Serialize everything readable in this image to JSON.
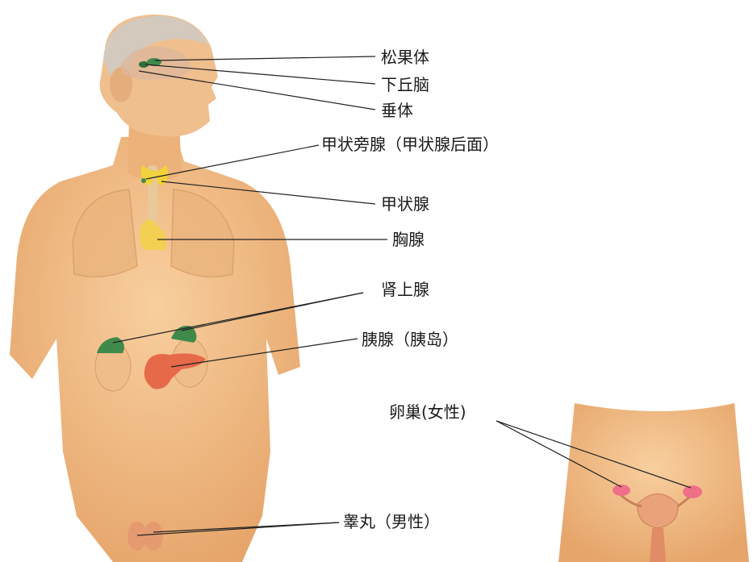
{
  "labels": {
    "pineal": "松果体",
    "hypothalamus": "下丘脑",
    "pituitary": "垂体",
    "parathyroid": "甲状旁腺（甲状腺后面）",
    "thyroid": "甲状腺",
    "thymus": "胸腺",
    "adrenal": "肾上腺",
    "pancreas": "胰腺（胰岛）",
    "ovary": "卵巢(女性)",
    "testis": "睾丸（男性）"
  },
  "colors": {
    "skin": "#f2c08a",
    "skin_shadow": "#e4a46a",
    "hair": "#cfc3b5",
    "gland_green": "#3f8a4a",
    "thyroid_yellow": "#f2d23a",
    "thymus_yellow": "#f3cf52",
    "pancreas_red": "#e66a4a",
    "ovary_pink": "#ef6f89",
    "line": "#222222"
  }
}
